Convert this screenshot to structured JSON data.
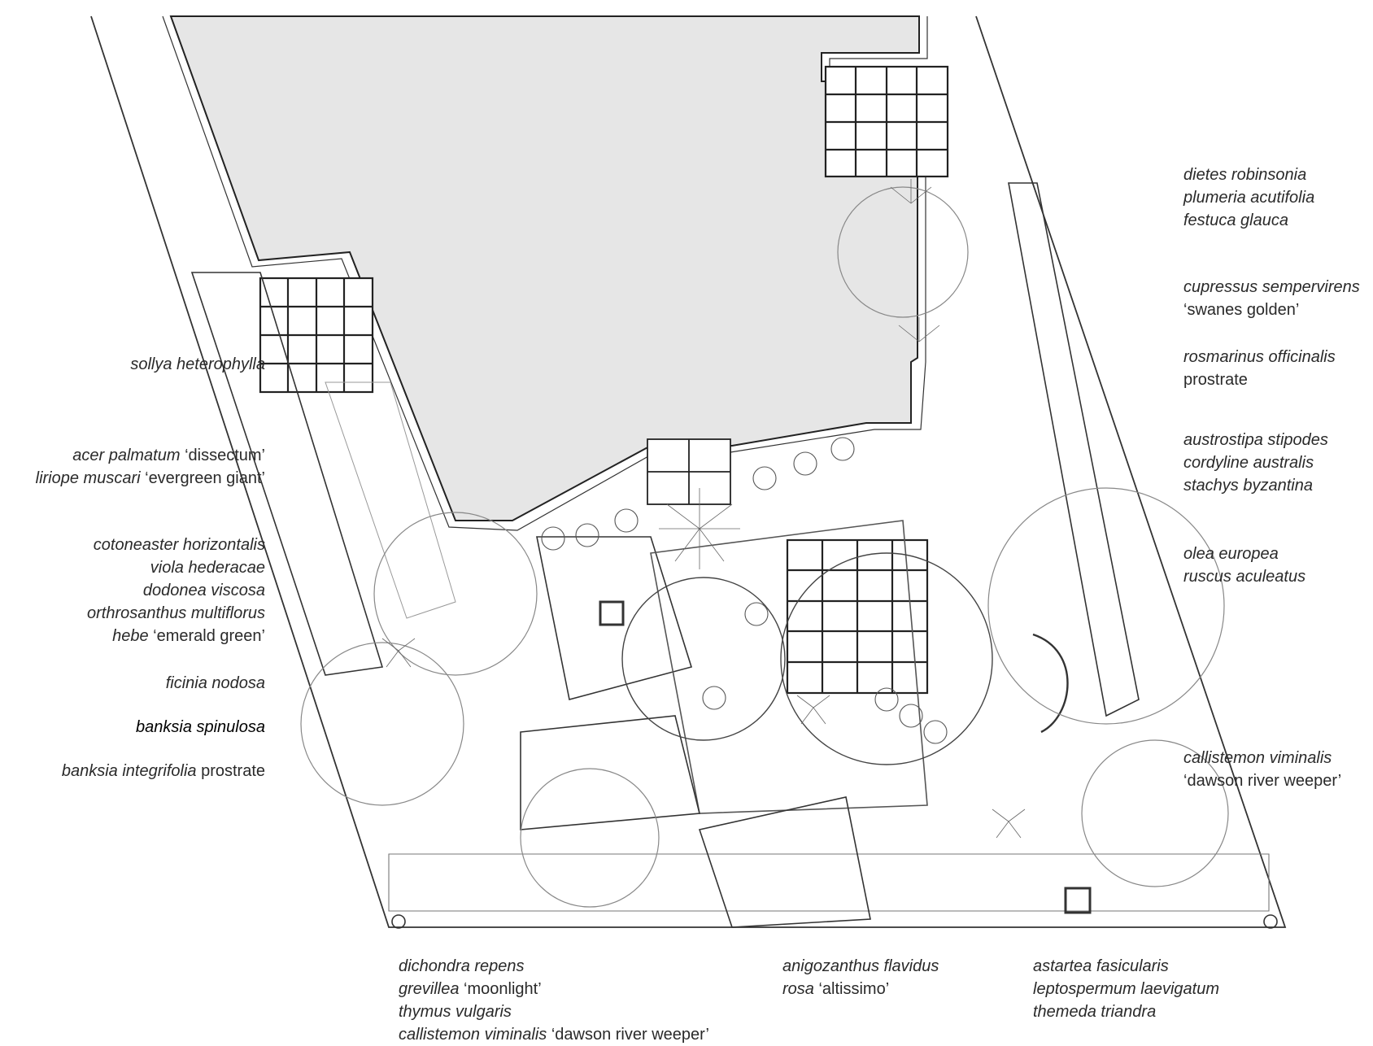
{
  "labels": {
    "left": [
      {
        "id": "sollya",
        "lines": [
          {
            "parts": [
              {
                "t": "sollya heterophylla",
                "i": true
              }
            ]
          }
        ]
      },
      {
        "id": "acer",
        "lines": [
          {
            "parts": [
              {
                "t": "acer palmatum",
                "i": true
              },
              {
                "t": " ‘dissectum’",
                "i": false
              }
            ]
          },
          {
            "parts": [
              {
                "t": "liriope muscari",
                "i": true
              },
              {
                "t": " ‘evergreen giant’",
                "i": false
              }
            ]
          }
        ]
      },
      {
        "id": "cotoneaster",
        "lines": [
          {
            "parts": [
              {
                "t": "cotoneaster horizontalis",
                "i": true
              }
            ]
          },
          {
            "parts": [
              {
                "t": "viola hederacae",
                "i": true
              }
            ]
          },
          {
            "parts": [
              {
                "t": "dodonea viscosa",
                "i": true
              }
            ]
          },
          {
            "parts": [
              {
                "t": "orthrosanthus multiflorus",
                "i": true
              }
            ]
          },
          {
            "parts": [
              {
                "t": "hebe",
                "i": true
              },
              {
                "t": " ‘emerald green’",
                "i": false
              }
            ]
          }
        ]
      },
      {
        "id": "ficinia",
        "lines": [
          {
            "parts": [
              {
                "t": "ficinia nodosa",
                "i": true
              }
            ]
          }
        ]
      },
      {
        "id": "banksia-spin",
        "lines": [
          {
            "parts": [
              {
                "t": "banksia spinulosa",
                "i": true
              }
            ]
          }
        ]
      },
      {
        "id": "banksia-int",
        "lines": [
          {
            "parts": [
              {
                "t": "banksia integrifolia",
                "i": true
              },
              {
                "t": " prostrate",
                "i": false
              }
            ]
          }
        ]
      }
    ],
    "right": [
      {
        "id": "dietes",
        "lines": [
          {
            "parts": [
              {
                "t": "dietes robinsonia",
                "i": true
              }
            ]
          },
          {
            "parts": [
              {
                "t": "plumeria acutifolia",
                "i": true
              }
            ]
          },
          {
            "parts": [
              {
                "t": "festuca glauca",
                "i": true
              }
            ]
          }
        ]
      },
      {
        "id": "cupressus",
        "lines": [
          {
            "parts": [
              {
                "t": "cupressus sempervirens",
                "i": true
              }
            ]
          },
          {
            "parts": [
              {
                "t": "‘swanes golden’",
                "i": false
              }
            ]
          }
        ]
      },
      {
        "id": "rosmarinus",
        "lines": [
          {
            "parts": [
              {
                "t": "rosmarinus officinalis",
                "i": true
              }
            ]
          },
          {
            "parts": [
              {
                "t": "prostrate",
                "i": false
              }
            ]
          }
        ]
      },
      {
        "id": "austrostipa",
        "lines": [
          {
            "parts": [
              {
                "t": "austrostipa stipodes",
                "i": true
              }
            ]
          },
          {
            "parts": [
              {
                "t": "cordyline australis",
                "i": true
              }
            ]
          },
          {
            "parts": [
              {
                "t": "stachys byzantina",
                "i": true
              }
            ]
          }
        ]
      },
      {
        "id": "olea",
        "lines": [
          {
            "parts": [
              {
                "t": "olea europea",
                "i": true
              }
            ]
          },
          {
            "parts": [
              {
                "t": "ruscus aculeatus",
                "i": true
              }
            ]
          }
        ]
      },
      {
        "id": "callistemon-r",
        "lines": [
          {
            "parts": [
              {
                "t": "callistemon viminalis",
                "i": true
              }
            ]
          },
          {
            "parts": [
              {
                "t": "‘dawson river weeper’",
                "i": false
              }
            ]
          }
        ]
      }
    ],
    "bottom": [
      {
        "id": "dichondra",
        "lines": [
          {
            "parts": [
              {
                "t": "dichondra repens",
                "i": true
              }
            ]
          },
          {
            "parts": [
              {
                "t": "grevillea",
                "i": true
              },
              {
                "t": " ‘moonlight’",
                "i": false
              }
            ]
          },
          {
            "parts": [
              {
                "t": "thymus vulgaris",
                "i": true
              }
            ]
          },
          {
            "parts": [
              {
                "t": "callistemon viminalis",
                "i": true
              },
              {
                "t": " ‘dawson river weeper’",
                "i": false
              }
            ]
          }
        ]
      },
      {
        "id": "anigozanthus",
        "lines": [
          {
            "parts": [
              {
                "t": "anigozanthus flavidus",
                "i": true
              }
            ]
          },
          {
            "parts": [
              {
                "t": "rosa",
                "i": true
              },
              {
                "t": " ‘altissimo’",
                "i": false
              }
            ]
          }
        ]
      },
      {
        "id": "astartea",
        "lines": [
          {
            "parts": [
              {
                "t": "astartea fasicularis",
                "i": true
              }
            ]
          },
          {
            "parts": [
              {
                "t": "leptospermum laevigatum",
                "i": true
              }
            ]
          },
          {
            "parts": [
              {
                "t": "themeda triandra",
                "i": true
              }
            ]
          }
        ]
      }
    ]
  },
  "colors": {
    "ink": "#2a2a2a",
    "pool": "#e6e6e6",
    "line": "#333333",
    "light": "#9a9a9a"
  }
}
